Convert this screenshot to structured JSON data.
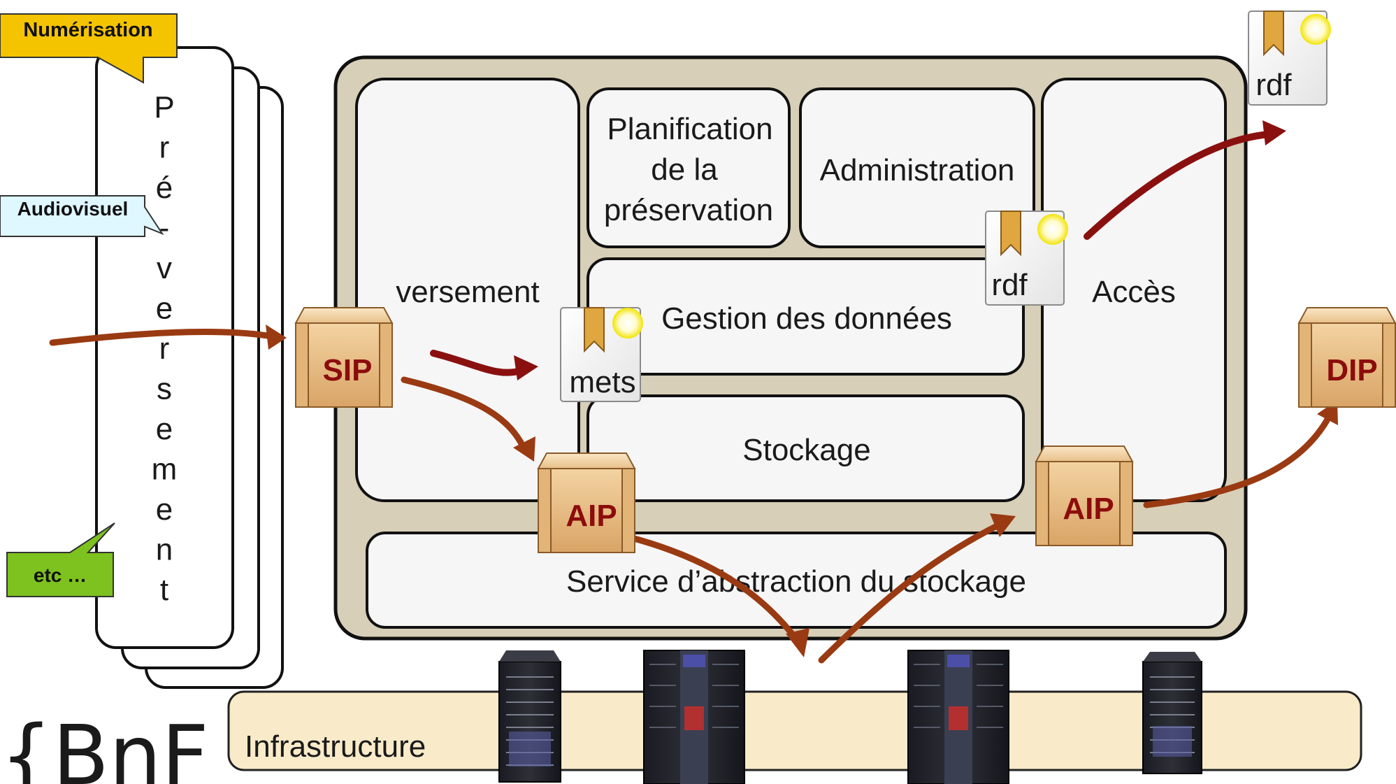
{
  "callouts": {
    "numerisation": "Numérisation",
    "audiovisuel": "Audiovisuel",
    "etc": "etc …"
  },
  "prelevement_letters": [
    "P",
    "r",
    "é",
    "-",
    "v",
    "e",
    "r",
    "s",
    "e",
    "m",
    "e",
    "n",
    "t"
  ],
  "modules": {
    "versement": "versement",
    "planification_l1": "Planification",
    "planification_l2": "de la",
    "planification_l3": "préservation",
    "administration": "Administration",
    "gestion": "Gestion des données",
    "stockage": "Stockage",
    "acces": "Accès",
    "service": "Service d’abstraction du stockage"
  },
  "packages": {
    "sip": "SIP",
    "aip": "AIP",
    "dip": "DIP"
  },
  "documents": {
    "mets": "mets",
    "rdf": "rdf"
  },
  "infrastructure": "Infrastructure",
  "logo": "{BnF",
  "icons": [
    "bookmark-doc-icon",
    "crate-icon",
    "server-rack-icon",
    "tape-library-icon",
    "star-icon"
  ],
  "colors": {
    "arrow_brown": "#9a3a12",
    "arrow_red": "#8a1010",
    "outer_frame": "#d8cfb8",
    "infrastructure_band": "#f9ebc9",
    "callout_yellow": "#f5c400",
    "callout_blue": "#dff7ff",
    "callout_green": "#7dc21e"
  }
}
